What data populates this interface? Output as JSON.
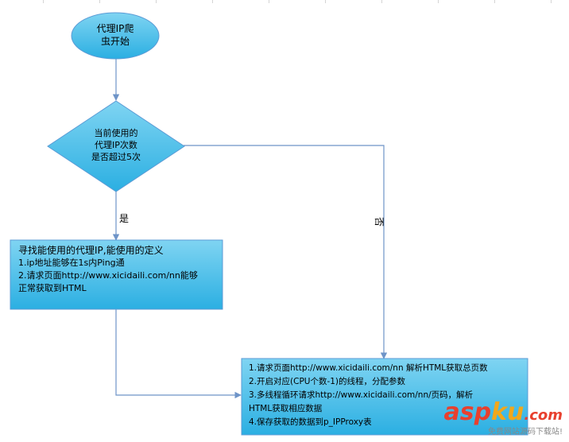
{
  "start": {
    "line1": "代理IP爬",
    "line2": "虫开始"
  },
  "decision": {
    "line1": "当前使用的",
    "line2": "代理IP次数",
    "line3": "是否超过5次"
  },
  "edges": {
    "yes": "是",
    "no": "否"
  },
  "box_find": {
    "line1": "寻找能使用的代理IP,能使用的定义",
    "line2": "1.ip地址能够在1s内Ping通",
    "line3": "2.请求页面http://www.xicidaili.com/nn能够",
    "line4": "正常获取到HTML"
  },
  "box_process": {
    "line1": "1.请求页面http://www.xicidaili.com/nn 解析HTML获取总页数",
    "line2": "2.开启对应(CPU个数-1)的线程，分配参数",
    "line3": "3.多线程循环请求http://www.xicidaili.com/nn/页码，解析",
    "line4": "HTML获取相应数据",
    "line5": "4.保存获取的数据到p_IPProxy表"
  },
  "watermark": {
    "asp": "asp",
    "ku": "ku",
    "com": ".com",
    "sub": "免费网站源码下载站!"
  },
  "colors": {
    "fill": "#4dbde6",
    "stroke": "#5b9bd5",
    "line": "#6e94c8"
  }
}
